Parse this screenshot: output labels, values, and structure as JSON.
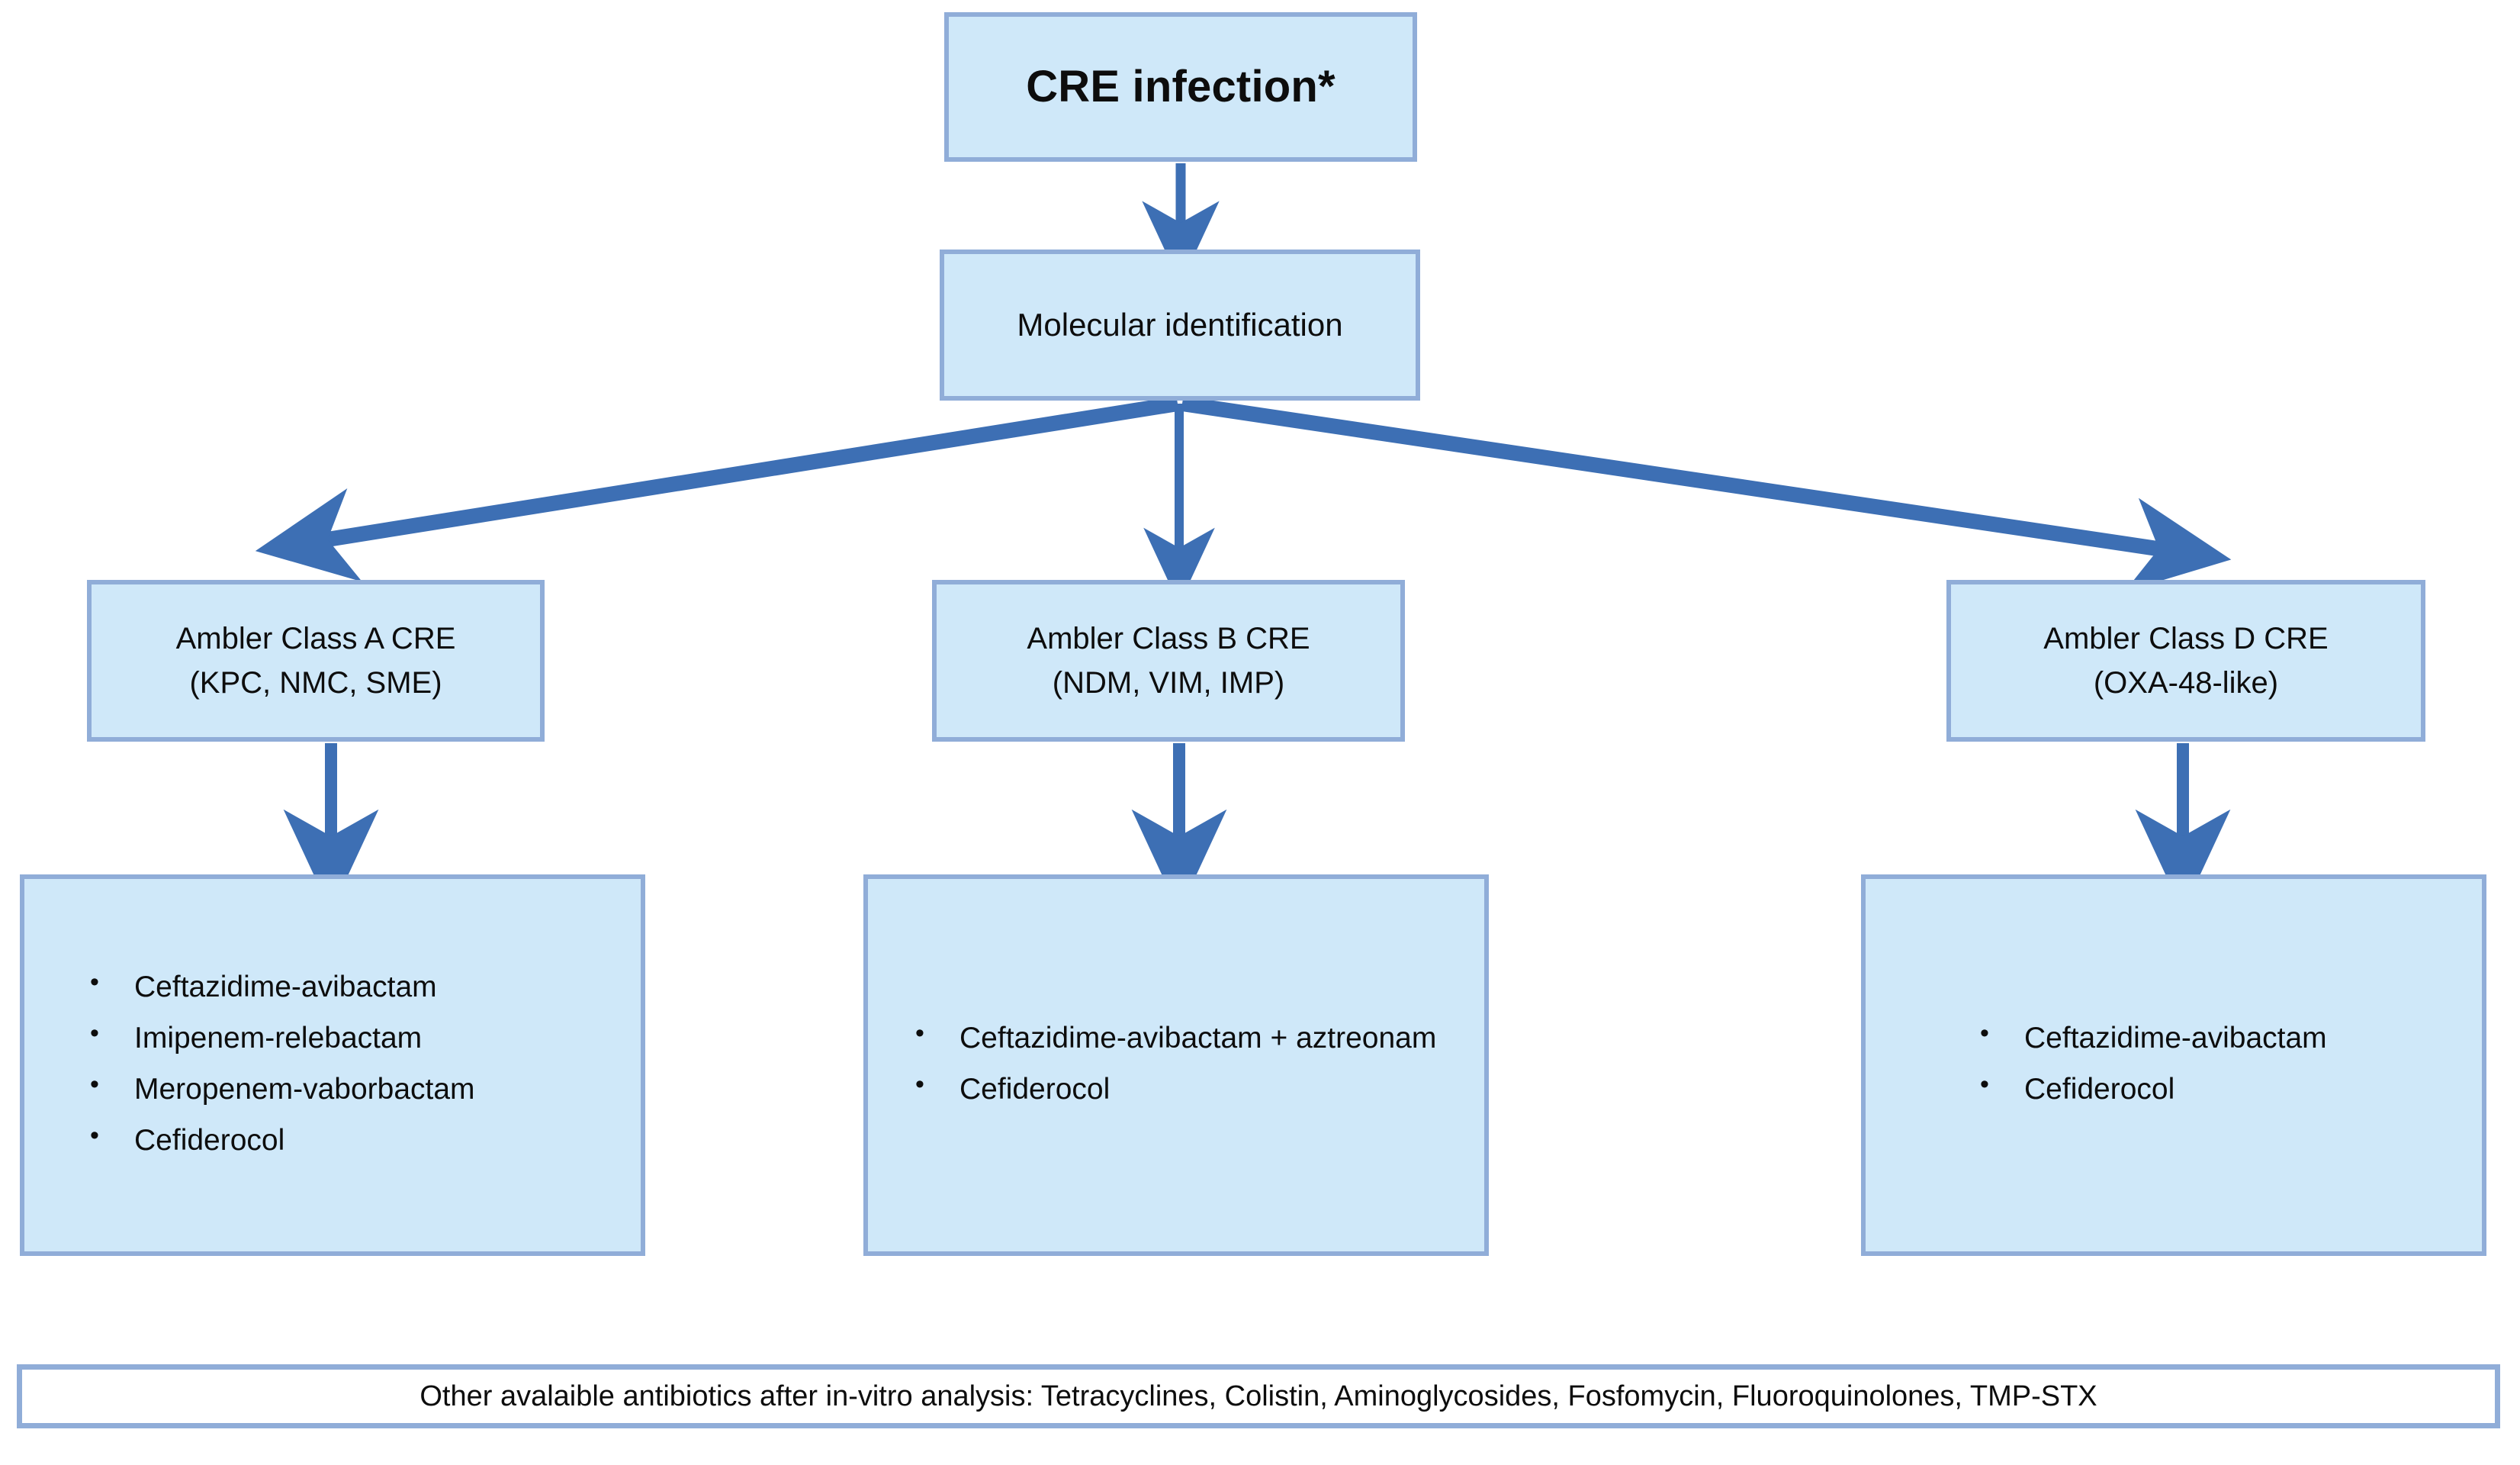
{
  "diagram": {
    "title_box": {
      "label": "CRE infection*"
    },
    "step_box": {
      "label": "Molecular identification"
    },
    "class_boxes": [
      {
        "line1": "Ambler  Class A CRE",
        "line2": "(KPC, NMC, SME)"
      },
      {
        "line1": "Ambler  Class B CRE",
        "line2": "(NDM, VIM, IMP)"
      },
      {
        "line1": "Ambler  Class D CRE",
        "line2": "(OXA-48-like)"
      }
    ],
    "treatment_boxes": [
      {
        "for_class": "Ambler Class A CRE",
        "items": [
          "Ceftazidime-avibactam",
          "Imipenem-relebactam",
          "Meropenem-vaborbactam",
          "Cefiderocol"
        ]
      },
      {
        "for_class": "Ambler Class B CRE",
        "items": [
          "Ceftazidime-avibactam + aztreonam",
          "Cefiderocol"
        ]
      },
      {
        "for_class": "Ambler Class D CRE",
        "items": [
          "Ceftazidime-avibactam",
          "Cefiderocol"
        ]
      }
    ],
    "footer": {
      "label": "Other avalaible antibiotics after in-vitro analysis: Tetracyclines, Colistin, Aminoglycosides, Fosfomycin, Fluoroquinolones,  TMP-STX"
    },
    "colors": {
      "box_fill": "#cfe8f9",
      "box_border": "#90add8",
      "arrow": "#3d6fb4",
      "text": "#0d0d0d",
      "background": "#ffffff"
    }
  }
}
